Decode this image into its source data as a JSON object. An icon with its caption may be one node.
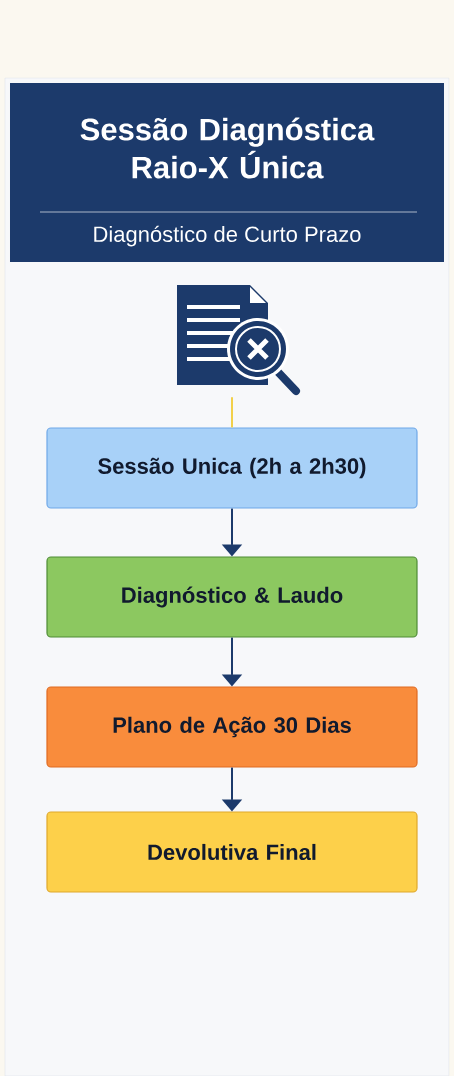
{
  "diagram": {
    "nodes": [
      {
        "text": [
          "Sessão Diagnóstica Raio-X Única",
          "Diagnóstico de Curto Prazo"
        ]
      },
      {
        "text": [],
        "shape": "picture"
      },
      {
        "text": [
          "Sessão Unica (2h a 2h30)"
        ]
      },
      {
        "text": [
          "Diagnóstico & Laudo"
        ]
      },
      {
        "text": [
          "Plano de Ação 30 Dias"
        ]
      },
      {
        "text": [
          "Devolutiva Final"
        ]
      }
    ],
    "edges": [
      {
        "from": 1,
        "to": 2,
        "arrow": "none",
        "color": "#f2d04a"
      },
      {
        "from": 2,
        "to": 3,
        "arrow": "to"
      },
      {
        "from": 3,
        "to": 4,
        "arrow": "to"
      },
      {
        "from": 4,
        "to": 5,
        "arrow": "to"
      }
    ]
  }
}
